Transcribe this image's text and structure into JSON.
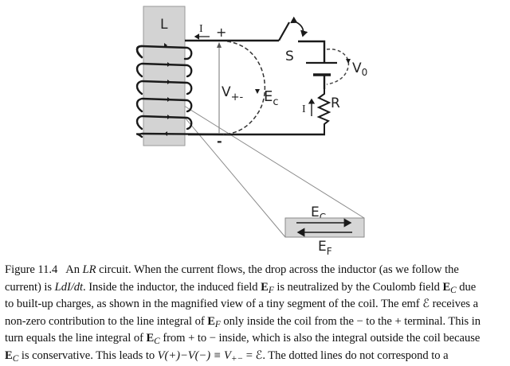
{
  "figure": {
    "inductor_label": "L",
    "current_top_label": "I",
    "plus_label": "+",
    "minus_label": "-",
    "voltage_label": "V",
    "voltage_sub": "+-",
    "coulomb_field_label": "E",
    "coulomb_field_sub": "c",
    "switch_label": "S",
    "battery_voltage_label": "V",
    "battery_voltage_sub": "0",
    "resistor_label": "R",
    "current_right_label": "I",
    "inset_top_label": "E",
    "inset_top_sub": "C",
    "inset_bottom_label": "E",
    "inset_bottom_sub": "F",
    "colors": {
      "inductor_fill": "#d3d3d3",
      "wire": "#1a1a1a",
      "leader_line": "#8a8a8a",
      "inset_fill": "#d6d6d6"
    }
  },
  "caption": {
    "l1": {
      "fig_num": "Figure 11.4",
      "a": "An ",
      "lr": "LR",
      "b": " circuit. When the current flows, the drop across the inductor (as we follow the"
    },
    "l2": {
      "a": "current) is ",
      "ldidt": "LdI/dt",
      "b": ". Inside the inductor, the induced field ",
      "ef": "E",
      "ef_sub": "F",
      "c": " is neutralized by the Coulomb field ",
      "ec": "E",
      "ec_sub": "C",
      "d": " due"
    },
    "l3": "to built-up charges, as shown in the magnified view of a tiny segment of the coil. The emf ℰ receives a",
    "l4": {
      "a": "non-zero contribution to the line integral of ",
      "ef": "E",
      "ef_sub": "F",
      "b": " only inside the coil from the − to the + terminal. This in"
    },
    "l5": {
      "a": "turn equals the line integral of ",
      "ec": "E",
      "ec_sub": "C",
      "b": " from + to − inside, which is also the integral outside the coil because"
    },
    "l6": {
      "ec": "E",
      "ec_sub": "C",
      "a": " is conservative. This leads to ",
      "eq": "V(+)−V(−) ≡ V",
      "eq_sub": "+−",
      "b": " = ℰ. The dotted lines do not correspond to a"
    }
  }
}
